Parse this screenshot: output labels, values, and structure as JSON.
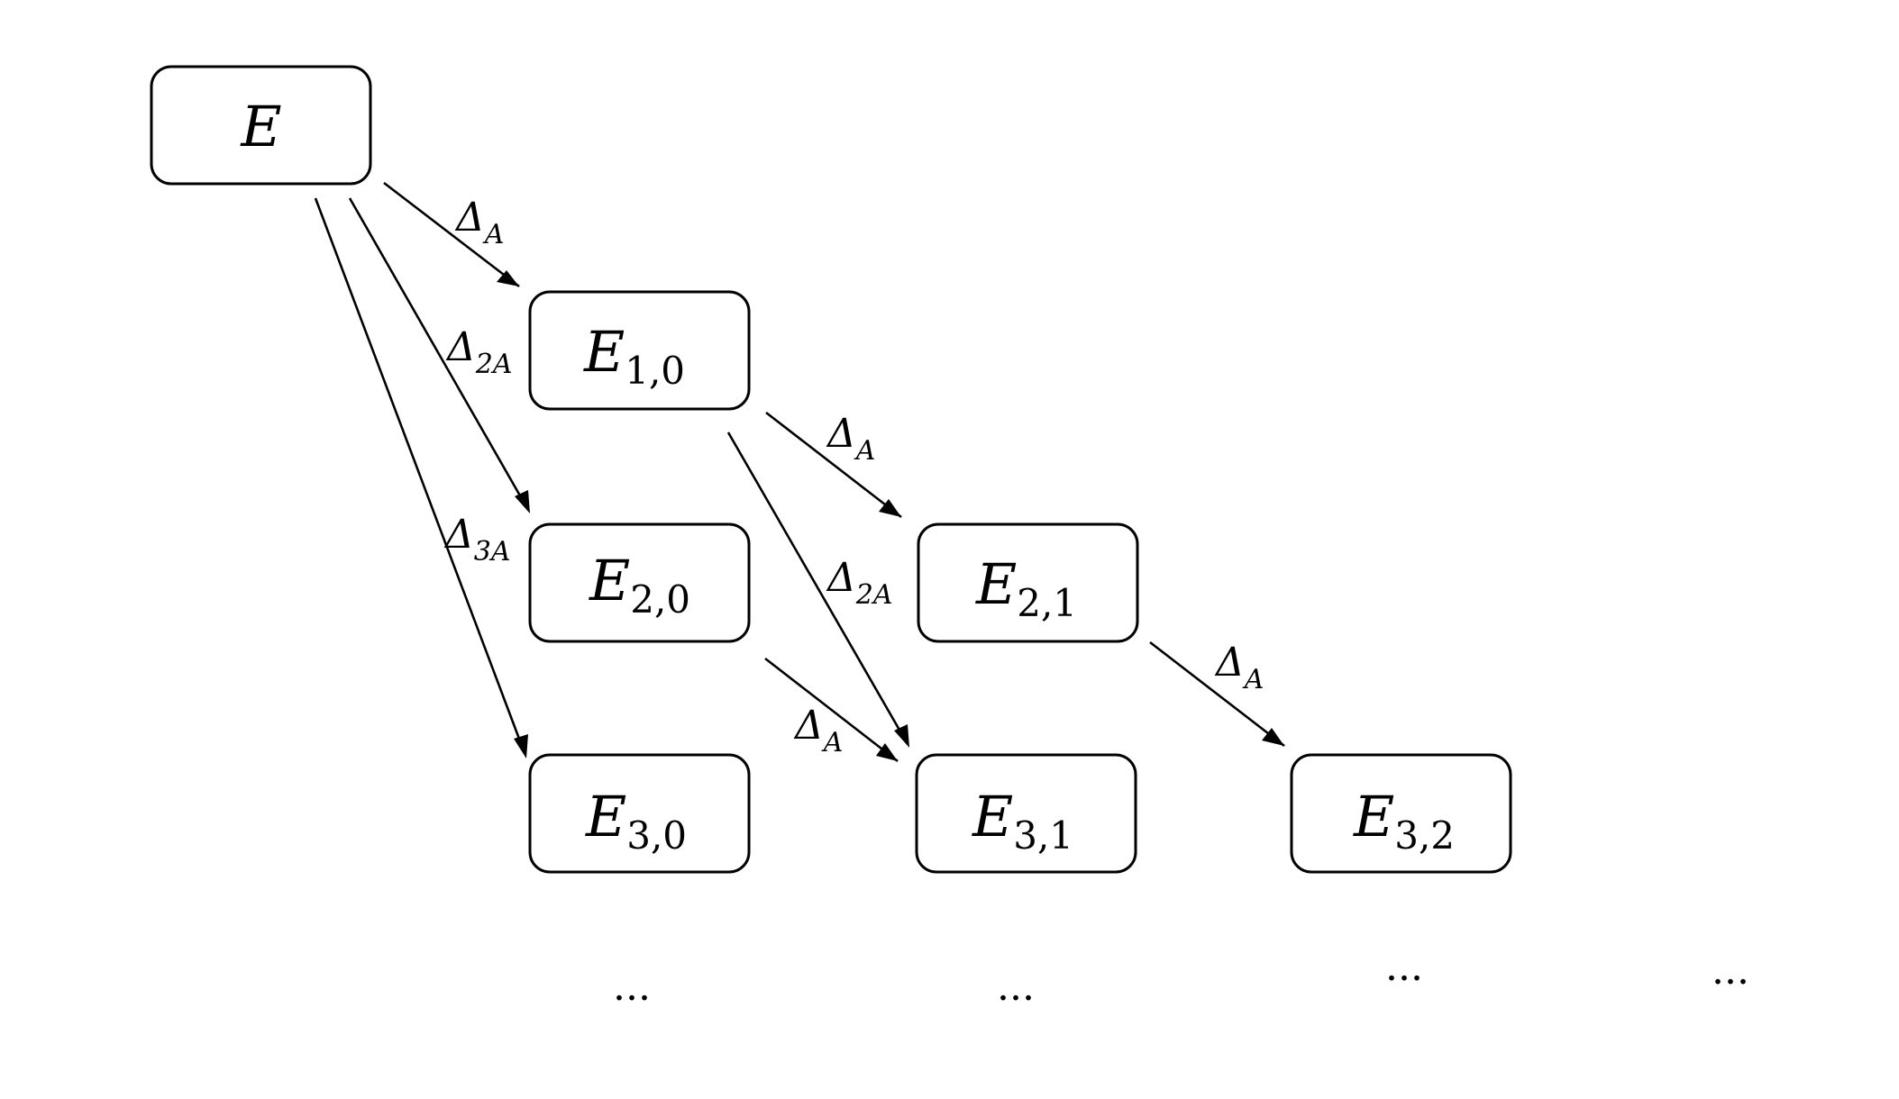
{
  "nodes": {
    "E": {
      "main": "E",
      "sub": ""
    },
    "E10": {
      "main": "E",
      "sub": "1,0"
    },
    "E20": {
      "main": "E",
      "sub": "2,0"
    },
    "E21": {
      "main": "E",
      "sub": "2,1"
    },
    "E30": {
      "main": "E",
      "sub": "3,0"
    },
    "E31": {
      "main": "E",
      "sub": "3,1"
    },
    "E32": {
      "main": "E",
      "sub": "3,2"
    }
  },
  "edges": [
    {
      "from": "E",
      "to": "E10",
      "symbol": "Δ",
      "sub": "A"
    },
    {
      "from": "E",
      "to": "E20",
      "symbol": "Δ",
      "sub": "2A"
    },
    {
      "from": "E",
      "to": "E30",
      "symbol": "Δ",
      "sub": "3A"
    },
    {
      "from": "E10",
      "to": "E21",
      "symbol": "Δ",
      "sub": "A"
    },
    {
      "from": "E10",
      "to": "E31",
      "symbol": "Δ",
      "sub": "2A"
    },
    {
      "from": "E20",
      "to": "E31",
      "symbol": "Δ",
      "sub": "A"
    },
    {
      "from": "E21",
      "to": "E32",
      "symbol": "Δ",
      "sub": "A"
    }
  ],
  "ellipses": [
    "...",
    "...",
    "...",
    "..."
  ]
}
